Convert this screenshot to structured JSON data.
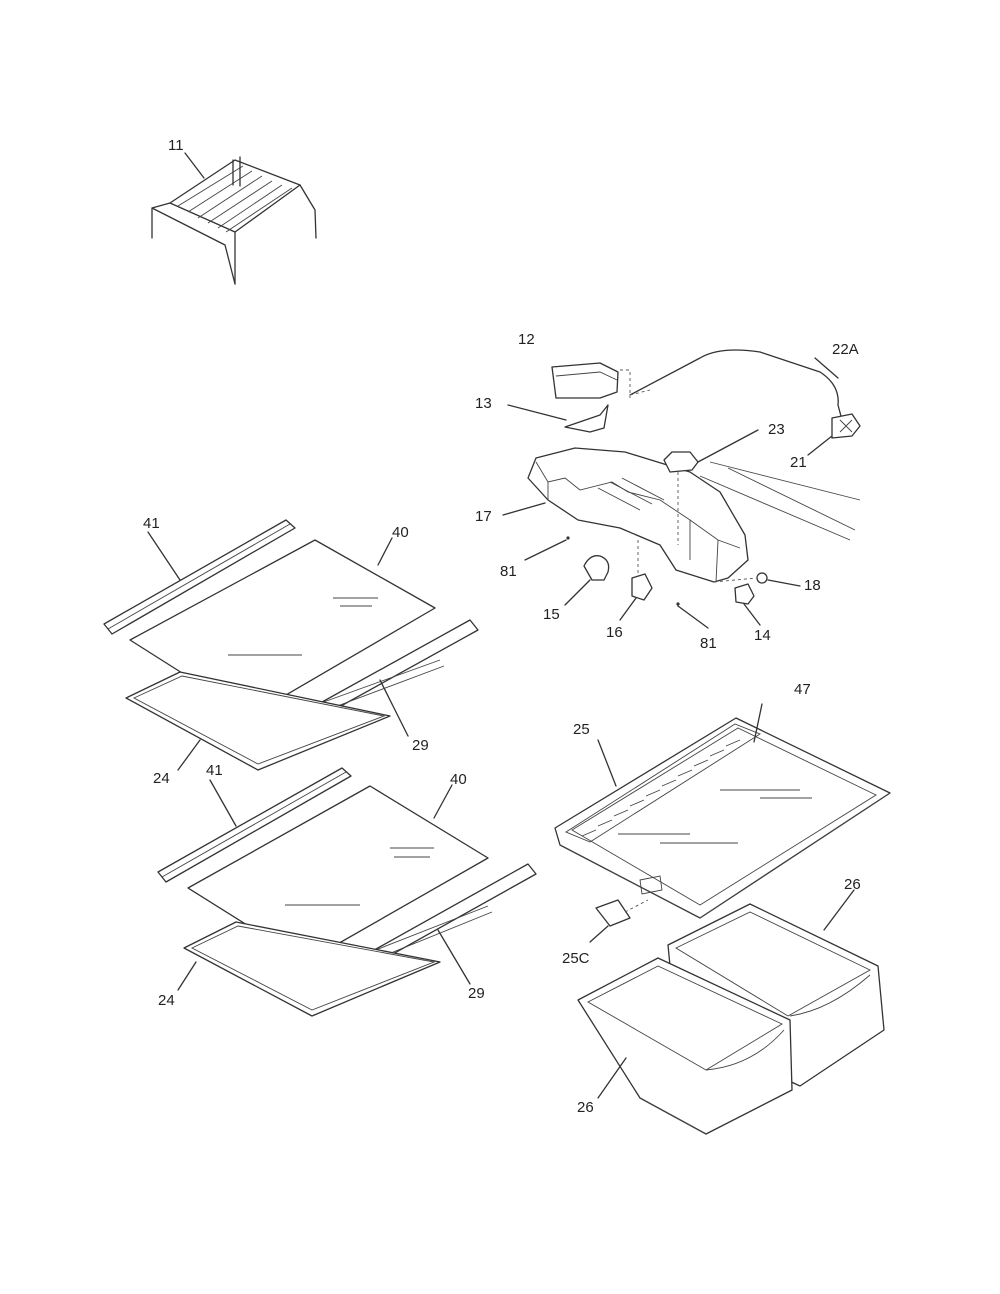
{
  "labels": {
    "p11": "11",
    "p12": "12",
    "p13": "13",
    "p22a": "22A",
    "p23": "23",
    "p21": "21",
    "p17": "17",
    "p81a": "81",
    "p81b": "81",
    "p18": "18",
    "p15": "15",
    "p16": "16",
    "p14": "14",
    "p41a": "41",
    "p40a": "40",
    "p29a": "29",
    "p24a": "24",
    "p41b": "41",
    "p40b": "40",
    "p29b": "29",
    "p24b": "24",
    "p47": "47",
    "p25": "25",
    "p25c": "25C",
    "p26a": "26",
    "p26b": "26"
  }
}
